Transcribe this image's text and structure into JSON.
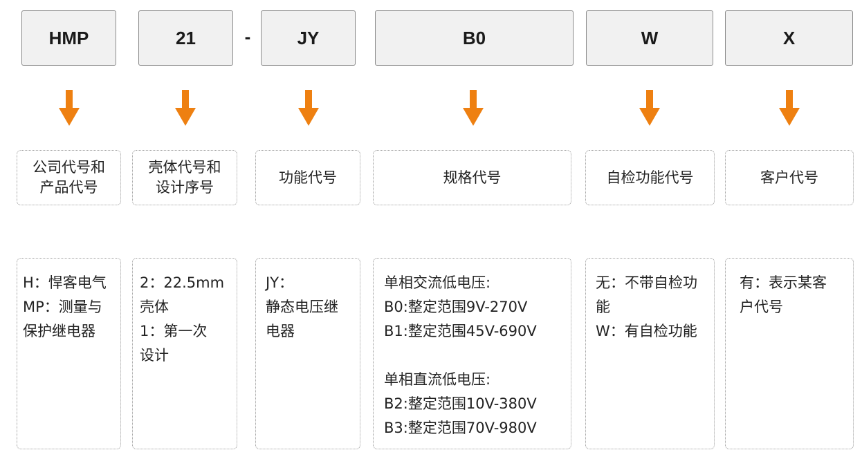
{
  "codes": {
    "hmp": "HMP",
    "num": "21",
    "dash": "-",
    "jy": "JY",
    "b0": "B0",
    "w": "W",
    "x": "X"
  },
  "arrow_color": "#ee8011",
  "labels": {
    "company": [
      "公司代号和",
      "产品代号"
    ],
    "housing": [
      "壳体代号和",
      "设计序号"
    ],
    "function": [
      "功能代号"
    ],
    "spec": [
      "规格代号"
    ],
    "selfcheck": [
      "自检功能代号"
    ],
    "customer": [
      "客户代号"
    ]
  },
  "descriptions": {
    "company": [
      "H：悍客电气",
      "MP：测量与",
      "保护继电器"
    ],
    "housing": [
      "2：22.5mm",
      "壳体",
      "1：第一次",
      "设计"
    ],
    "function": [
      "JY：",
      "静态电压继",
      "电器"
    ],
    "spec": {
      "ac_title": "单相交流低电压:",
      "ac_lines": [
        "B0:整定范围9V-270V",
        "B1:整定范围45V-690V"
      ],
      "dc_title": "单相直流低电压:",
      "dc_lines": [
        "B2:整定范围10V-380V",
        "B3:整定范围70V-980V"
      ]
    },
    "selfcheck": [
      "无：不带自检功",
      "能",
      "W：有自检功能"
    ],
    "customer": [
      "有：表示某客",
      "户代号"
    ]
  }
}
